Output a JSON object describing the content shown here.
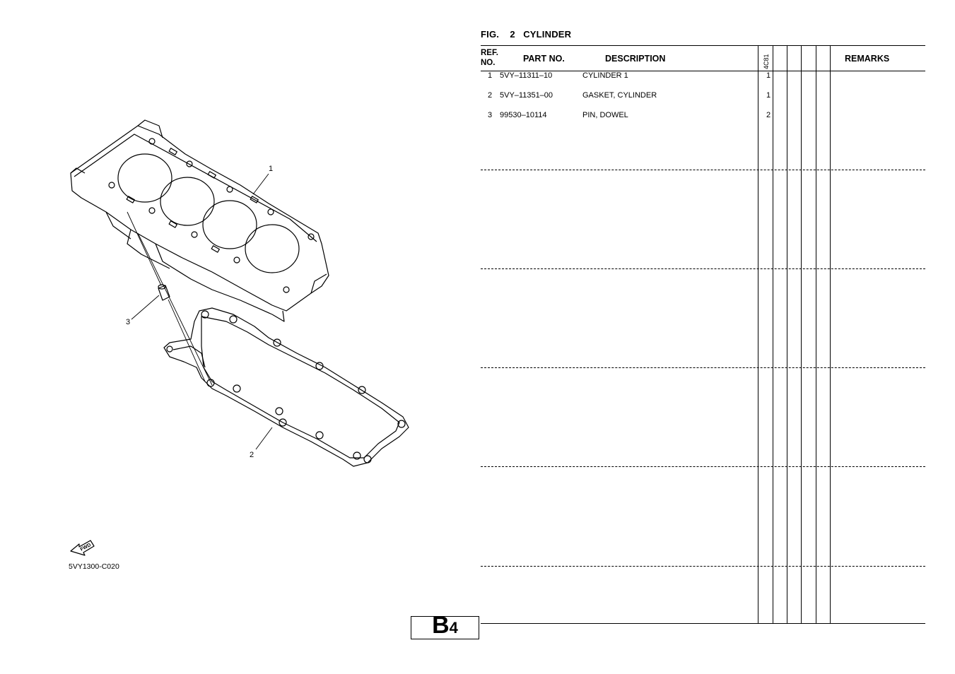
{
  "figure": {
    "label": "FIG.",
    "number": "2",
    "name": "CYLINDER"
  },
  "table": {
    "headers": {
      "ref_no": "REF.",
      "ref_no_line2": "NO.",
      "part_no": "PART NO.",
      "description": "DESCRIPTION",
      "model_code": "4C81",
      "remarks": "REMARKS"
    },
    "rows": [
      {
        "ref": "1",
        "part_no": "5VY–11311–10",
        "description": "CYLINDER 1",
        "qty": "1"
      },
      {
        "ref": "2",
        "part_no": "5VY–11351–00",
        "description": "GASKET, CYLINDER",
        "qty": "1"
      },
      {
        "ref": "3",
        "part_no": "99530–10114",
        "description": "PIN, DOWEL",
        "qty": "2"
      }
    ]
  },
  "diagram": {
    "callouts": [
      "1",
      "2",
      "3"
    ],
    "fwd_label": "FWD",
    "code": "5VY1300-C020"
  },
  "page": {
    "letter": "B",
    "number": "4"
  }
}
